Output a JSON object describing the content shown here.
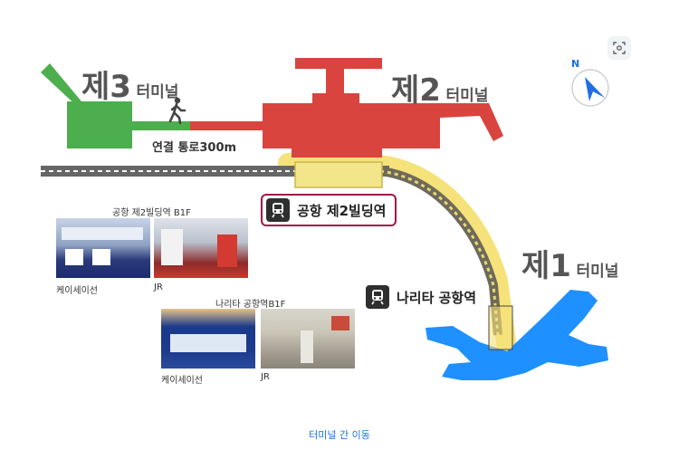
{
  "terminals": {
    "t3": {
      "number": "제3",
      "label": "터미널"
    },
    "t2": {
      "number": "제2",
      "label": "터미널"
    },
    "t1": {
      "number": "제1",
      "label": "터미널"
    }
  },
  "walkway": {
    "label": "연결 통로300m"
  },
  "stations": {
    "airport_t2": {
      "label": "공항 제2빌딩역"
    },
    "narita": {
      "label": "나리타 공항역"
    }
  },
  "photo_groups": {
    "t2_b1f": {
      "title": "공항 제2빌딩역 B1F",
      "captions": [
        "케이세이선",
        "JR"
      ]
    },
    "narita_b1f": {
      "title": "나리타 공항역B1F",
      "captions": [
        "케이세이선",
        "JR"
      ]
    }
  },
  "compass": {
    "north": "N"
  },
  "footer": {
    "caption": "터미널 간 이동"
  },
  "colors": {
    "t3": "#4cae4c",
    "t2": "#d9443f",
    "t1": "#1e90ff",
    "highlight": "#f6e27a",
    "station_border": "#a3154a"
  },
  "icons": [
    "zoom-icon",
    "compass-icon",
    "walking-person-icon",
    "train-icon"
  ]
}
